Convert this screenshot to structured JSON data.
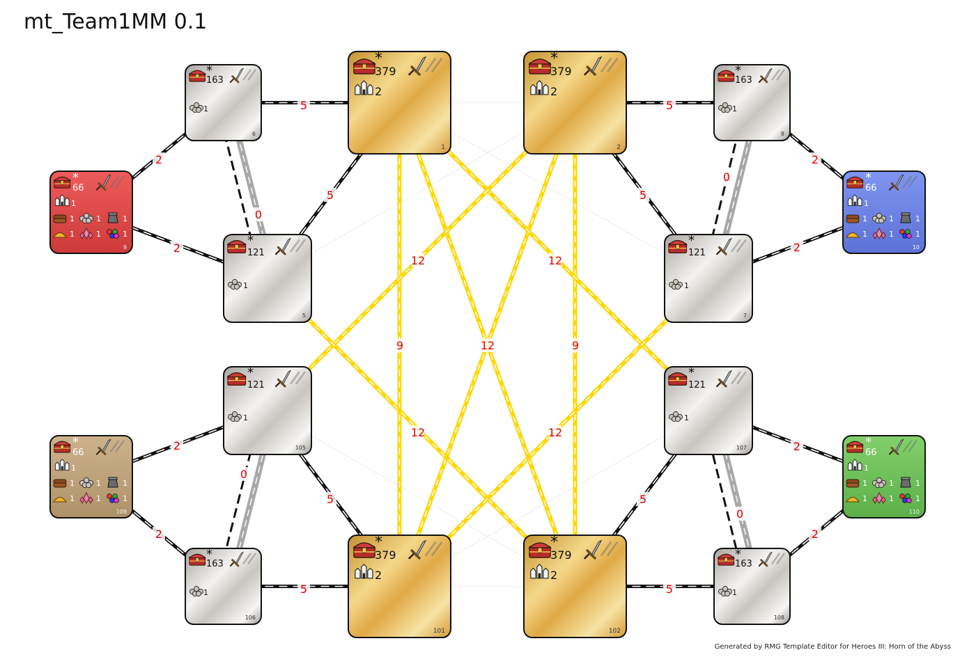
{
  "title": "mt_Team1MM 0.1",
  "footer": "Generated by RMG Template Editor for Heroes III: Horn of the Abyss",
  "colors": {
    "red": "#e04848",
    "blue": "#6f86e6",
    "tan": "#c2a67e",
    "green": "#72c35c",
    "gold": "#e2b24e",
    "silver": "#d6d2cc",
    "treasure_link": "#ffd700",
    "road": "#a8a8a8",
    "label": "#e00000"
  },
  "zones": [
    {
      "id": "1",
      "type": "gold",
      "treasure": "379",
      "castles": "2"
    },
    {
      "id": "2",
      "type": "gold",
      "treasure": "379",
      "castles": "2"
    },
    {
      "id": "101",
      "type": "gold",
      "treasure": "379",
      "castles": "2"
    },
    {
      "id": "102",
      "type": "gold",
      "treasure": "379",
      "castles": "2"
    },
    {
      "id": "6",
      "type": "silver",
      "treasure": "163",
      "mines": "1"
    },
    {
      "id": "8",
      "type": "silver",
      "treasure": "163",
      "mines": "1"
    },
    {
      "id": "106",
      "type": "silver",
      "treasure": "163",
      "mines": "1"
    },
    {
      "id": "108",
      "type": "silver",
      "treasure": "163",
      "mines": "1"
    },
    {
      "id": "5",
      "type": "silver",
      "treasure": "121",
      "mines": "1"
    },
    {
      "id": "7",
      "type": "silver",
      "treasure": "121",
      "mines": "1"
    },
    {
      "id": "105",
      "type": "silver",
      "treasure": "121",
      "mines": "1"
    },
    {
      "id": "107",
      "type": "silver",
      "treasure": "121",
      "mines": "1"
    },
    {
      "id": "9",
      "type": "red",
      "treasure": "66",
      "castles": "1",
      "wood": "1",
      "ore": "1",
      "mercury": "1",
      "sulfur": "1",
      "crystal": "1",
      "gems": "1"
    },
    {
      "id": "10",
      "type": "blue",
      "treasure": "66",
      "castles": "1",
      "wood": "1",
      "ore": "1",
      "mercury": "1",
      "sulfur": "1",
      "crystal": "1",
      "gems": "1"
    },
    {
      "id": "109",
      "type": "tan",
      "treasure": "66",
      "castles": "1",
      "wood": "1",
      "ore": "1",
      "mercury": "1",
      "sulfur": "1",
      "crystal": "1",
      "gems": "1"
    },
    {
      "id": "110",
      "type": "green",
      "treasure": "66",
      "castles": "1",
      "wood": "1",
      "ore": "1",
      "mercury": "1",
      "sulfur": "1",
      "crystal": "1",
      "gems": "1"
    }
  ],
  "links": [
    {
      "from": "9",
      "to": "6",
      "label": "2",
      "kind": "normal"
    },
    {
      "from": "9",
      "to": "5",
      "label": "2",
      "kind": "normal"
    },
    {
      "from": "6",
      "to": "1",
      "label": "5",
      "kind": "normal"
    },
    {
      "from": "6",
      "to": "5",
      "label": "0",
      "kind": "road"
    },
    {
      "from": "5",
      "to": "1",
      "label": "5",
      "kind": "normal"
    },
    {
      "from": "10",
      "to": "8",
      "label": "2",
      "kind": "normal"
    },
    {
      "from": "10",
      "to": "7",
      "label": "2",
      "kind": "normal"
    },
    {
      "from": "8",
      "to": "2",
      "label": "5",
      "kind": "normal"
    },
    {
      "from": "8",
      "to": "7",
      "label": "0",
      "kind": "road"
    },
    {
      "from": "7",
      "to": "2",
      "label": "5",
      "kind": "normal"
    },
    {
      "from": "109",
      "to": "105",
      "label": "2",
      "kind": "normal"
    },
    {
      "from": "109",
      "to": "106",
      "label": "2",
      "kind": "normal"
    },
    {
      "from": "105",
      "to": "106",
      "label": "0",
      "kind": "road"
    },
    {
      "from": "105",
      "to": "101",
      "label": "5",
      "kind": "normal"
    },
    {
      "from": "106",
      "to": "101",
      "label": "5",
      "kind": "normal"
    },
    {
      "from": "110",
      "to": "107",
      "label": "2",
      "kind": "normal"
    },
    {
      "from": "110",
      "to": "108",
      "label": "2",
      "kind": "normal"
    },
    {
      "from": "107",
      "to": "108",
      "label": "0",
      "kind": "road"
    },
    {
      "from": "107",
      "to": "102",
      "label": "5",
      "kind": "normal"
    },
    {
      "from": "108",
      "to": "102",
      "label": "5",
      "kind": "normal"
    },
    {
      "from": "1",
      "to": "101",
      "label": "9",
      "kind": "treasure"
    },
    {
      "from": "2",
      "to": "102",
      "label": "9",
      "kind": "treasure"
    },
    {
      "from": "1",
      "to": "102",
      "label": "12",
      "kind": "treasure"
    },
    {
      "from": "2",
      "to": "101",
      "label": "12",
      "kind": "treasure"
    },
    {
      "from": "1",
      "to": "107",
      "label": "12",
      "kind": "treasure"
    },
    {
      "from": "2",
      "to": "105",
      "label": "12",
      "kind": "treasure"
    },
    {
      "from": "5",
      "to": "102",
      "label": "12",
      "kind": "treasure"
    },
    {
      "from": "7",
      "to": "101",
      "label": "12",
      "kind": "treasure"
    },
    {
      "from": "1",
      "to": "2",
      "label": "",
      "kind": "hint"
    },
    {
      "from": "101",
      "to": "102",
      "label": "",
      "kind": "hint"
    },
    {
      "from": "1",
      "to": "7",
      "label": "",
      "kind": "hint"
    },
    {
      "from": "2",
      "to": "5",
      "label": "",
      "kind": "hint"
    },
    {
      "from": "101",
      "to": "107",
      "label": "",
      "kind": "hint"
    },
    {
      "from": "102",
      "to": "105",
      "label": "",
      "kind": "hint"
    }
  ]
}
